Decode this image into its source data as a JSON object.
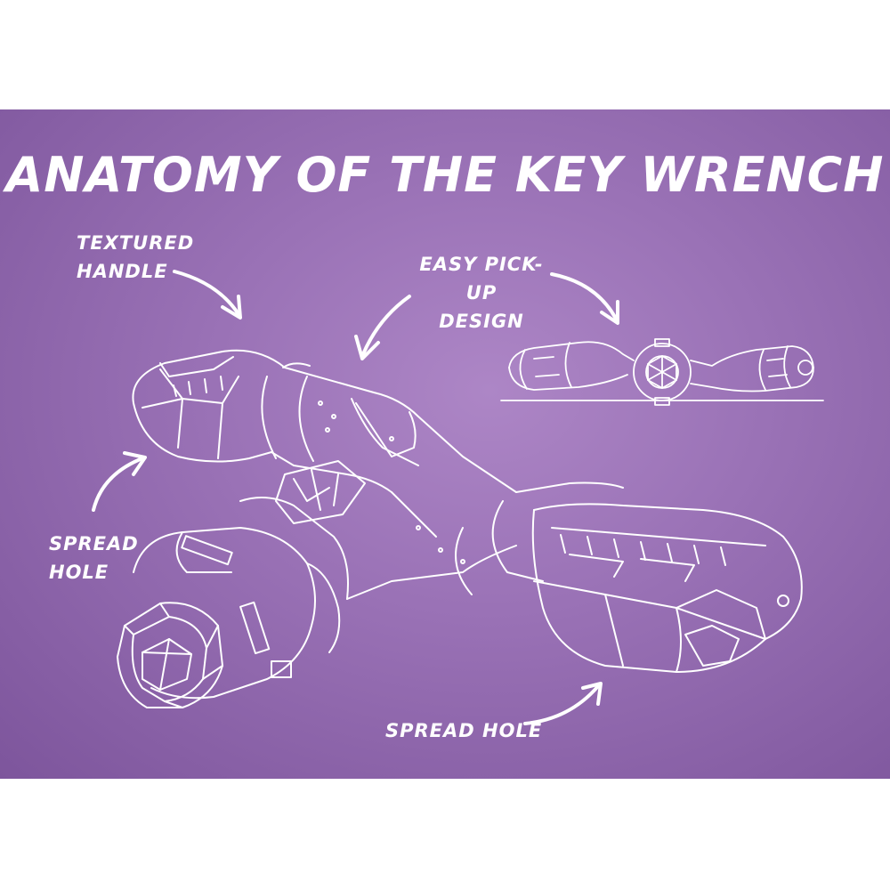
{
  "title": "ANATOMY OF THE KEY WRENCH",
  "labels": {
    "textured_handle": [
      "TEXTURED",
      "HANDLE"
    ],
    "easy_pickup": [
      "EASY PICK-UP",
      "DESIGN"
    ],
    "spread_hole_left": [
      "SPREAD",
      "HOLE"
    ],
    "spread_hole_bottom": "SPREAD HOLE"
  },
  "colors": {
    "background": "#9a72b6",
    "line": "#ffffff"
  }
}
